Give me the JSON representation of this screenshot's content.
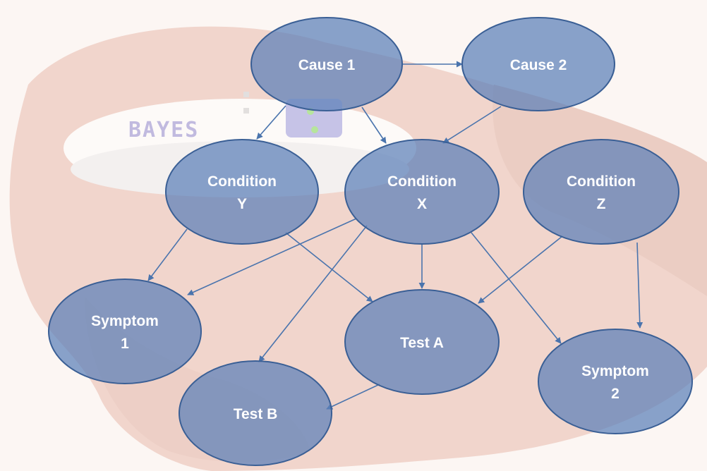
{
  "background": {
    "device_label": "BAYES"
  },
  "colors": {
    "node_fill": "#5b80b8",
    "node_stroke": "#3a5f95",
    "edge": "#4a74ad",
    "label": "#ffffff"
  },
  "nodes": [
    {
      "id": "cause-1",
      "lines": [
        "Cause 1"
      ]
    },
    {
      "id": "cause-2",
      "lines": [
        "Cause 2"
      ]
    },
    {
      "id": "condition-y",
      "lines": [
        "Condition",
        "Y"
      ]
    },
    {
      "id": "condition-x",
      "lines": [
        "Condition",
        "X"
      ]
    },
    {
      "id": "condition-z",
      "lines": [
        "Condition",
        "Z"
      ]
    },
    {
      "id": "symptom-1",
      "lines": [
        "Symptom",
        "1"
      ]
    },
    {
      "id": "test-a",
      "lines": [
        "Test A"
      ]
    },
    {
      "id": "symptom-2",
      "lines": [
        "Symptom",
        "2"
      ]
    },
    {
      "id": "test-b",
      "lines": [
        "Test B"
      ]
    }
  ],
  "edges": [
    {
      "from": "cause-1",
      "to": "cause-2"
    },
    {
      "from": "cause-1",
      "to": "condition-y"
    },
    {
      "from": "cause-1",
      "to": "condition-x"
    },
    {
      "from": "cause-2",
      "to": "condition-x"
    },
    {
      "from": "condition-y",
      "to": "symptom-1"
    },
    {
      "from": "condition-y",
      "to": "test-a"
    },
    {
      "from": "condition-x",
      "to": "symptom-1"
    },
    {
      "from": "condition-x",
      "to": "test-a"
    },
    {
      "from": "condition-x",
      "to": "test-b"
    },
    {
      "from": "condition-x",
      "to": "symptom-2"
    },
    {
      "from": "condition-z",
      "to": "test-a"
    },
    {
      "from": "condition-z",
      "to": "symptom-2"
    },
    {
      "from": "test-a",
      "to": "test-b"
    }
  ]
}
